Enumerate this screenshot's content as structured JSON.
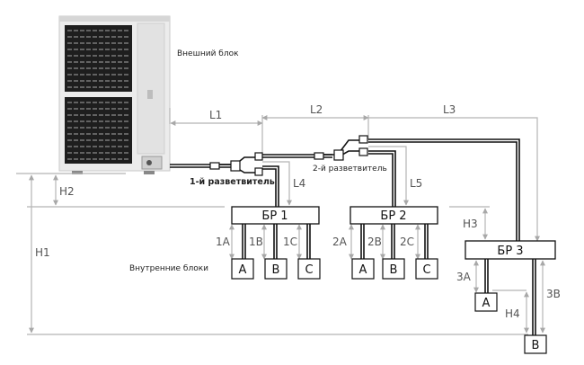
{
  "labels": {
    "outdoor_unit": "Внешний блок",
    "splitter_1": "1-й разветвитель",
    "splitter_2": "2-й разветвитель",
    "indoor_units": "Внутренние блоки"
  },
  "boxes": {
    "bp1": "БР 1",
    "bp2": "БР 2",
    "bp3": "БР 3"
  },
  "units": {
    "u1a": "A",
    "u1b": "B",
    "u1c": "C",
    "u2a": "A",
    "u2b": "B",
    "u2c": "C",
    "u3a": "A",
    "u3b": "B"
  },
  "dimensions": {
    "l1": "L1",
    "l2": "L2",
    "l3": "L3",
    "l4": "L4",
    "l5": "L5",
    "h1": "H1",
    "h2": "H2",
    "h3": "H3",
    "h4": "H4",
    "d1a": "1A",
    "d1b": "1B",
    "d1c": "1C",
    "d2a": "2A",
    "d2b": "2B",
    "d2c": "2C",
    "d3a": "3A",
    "d3b": "3B"
  },
  "colors": {
    "unit_dark": "#1e1e1e",
    "unit_body": "#ececec",
    "dim_line": "#b5b5b5",
    "pipe": "#111111"
  }
}
